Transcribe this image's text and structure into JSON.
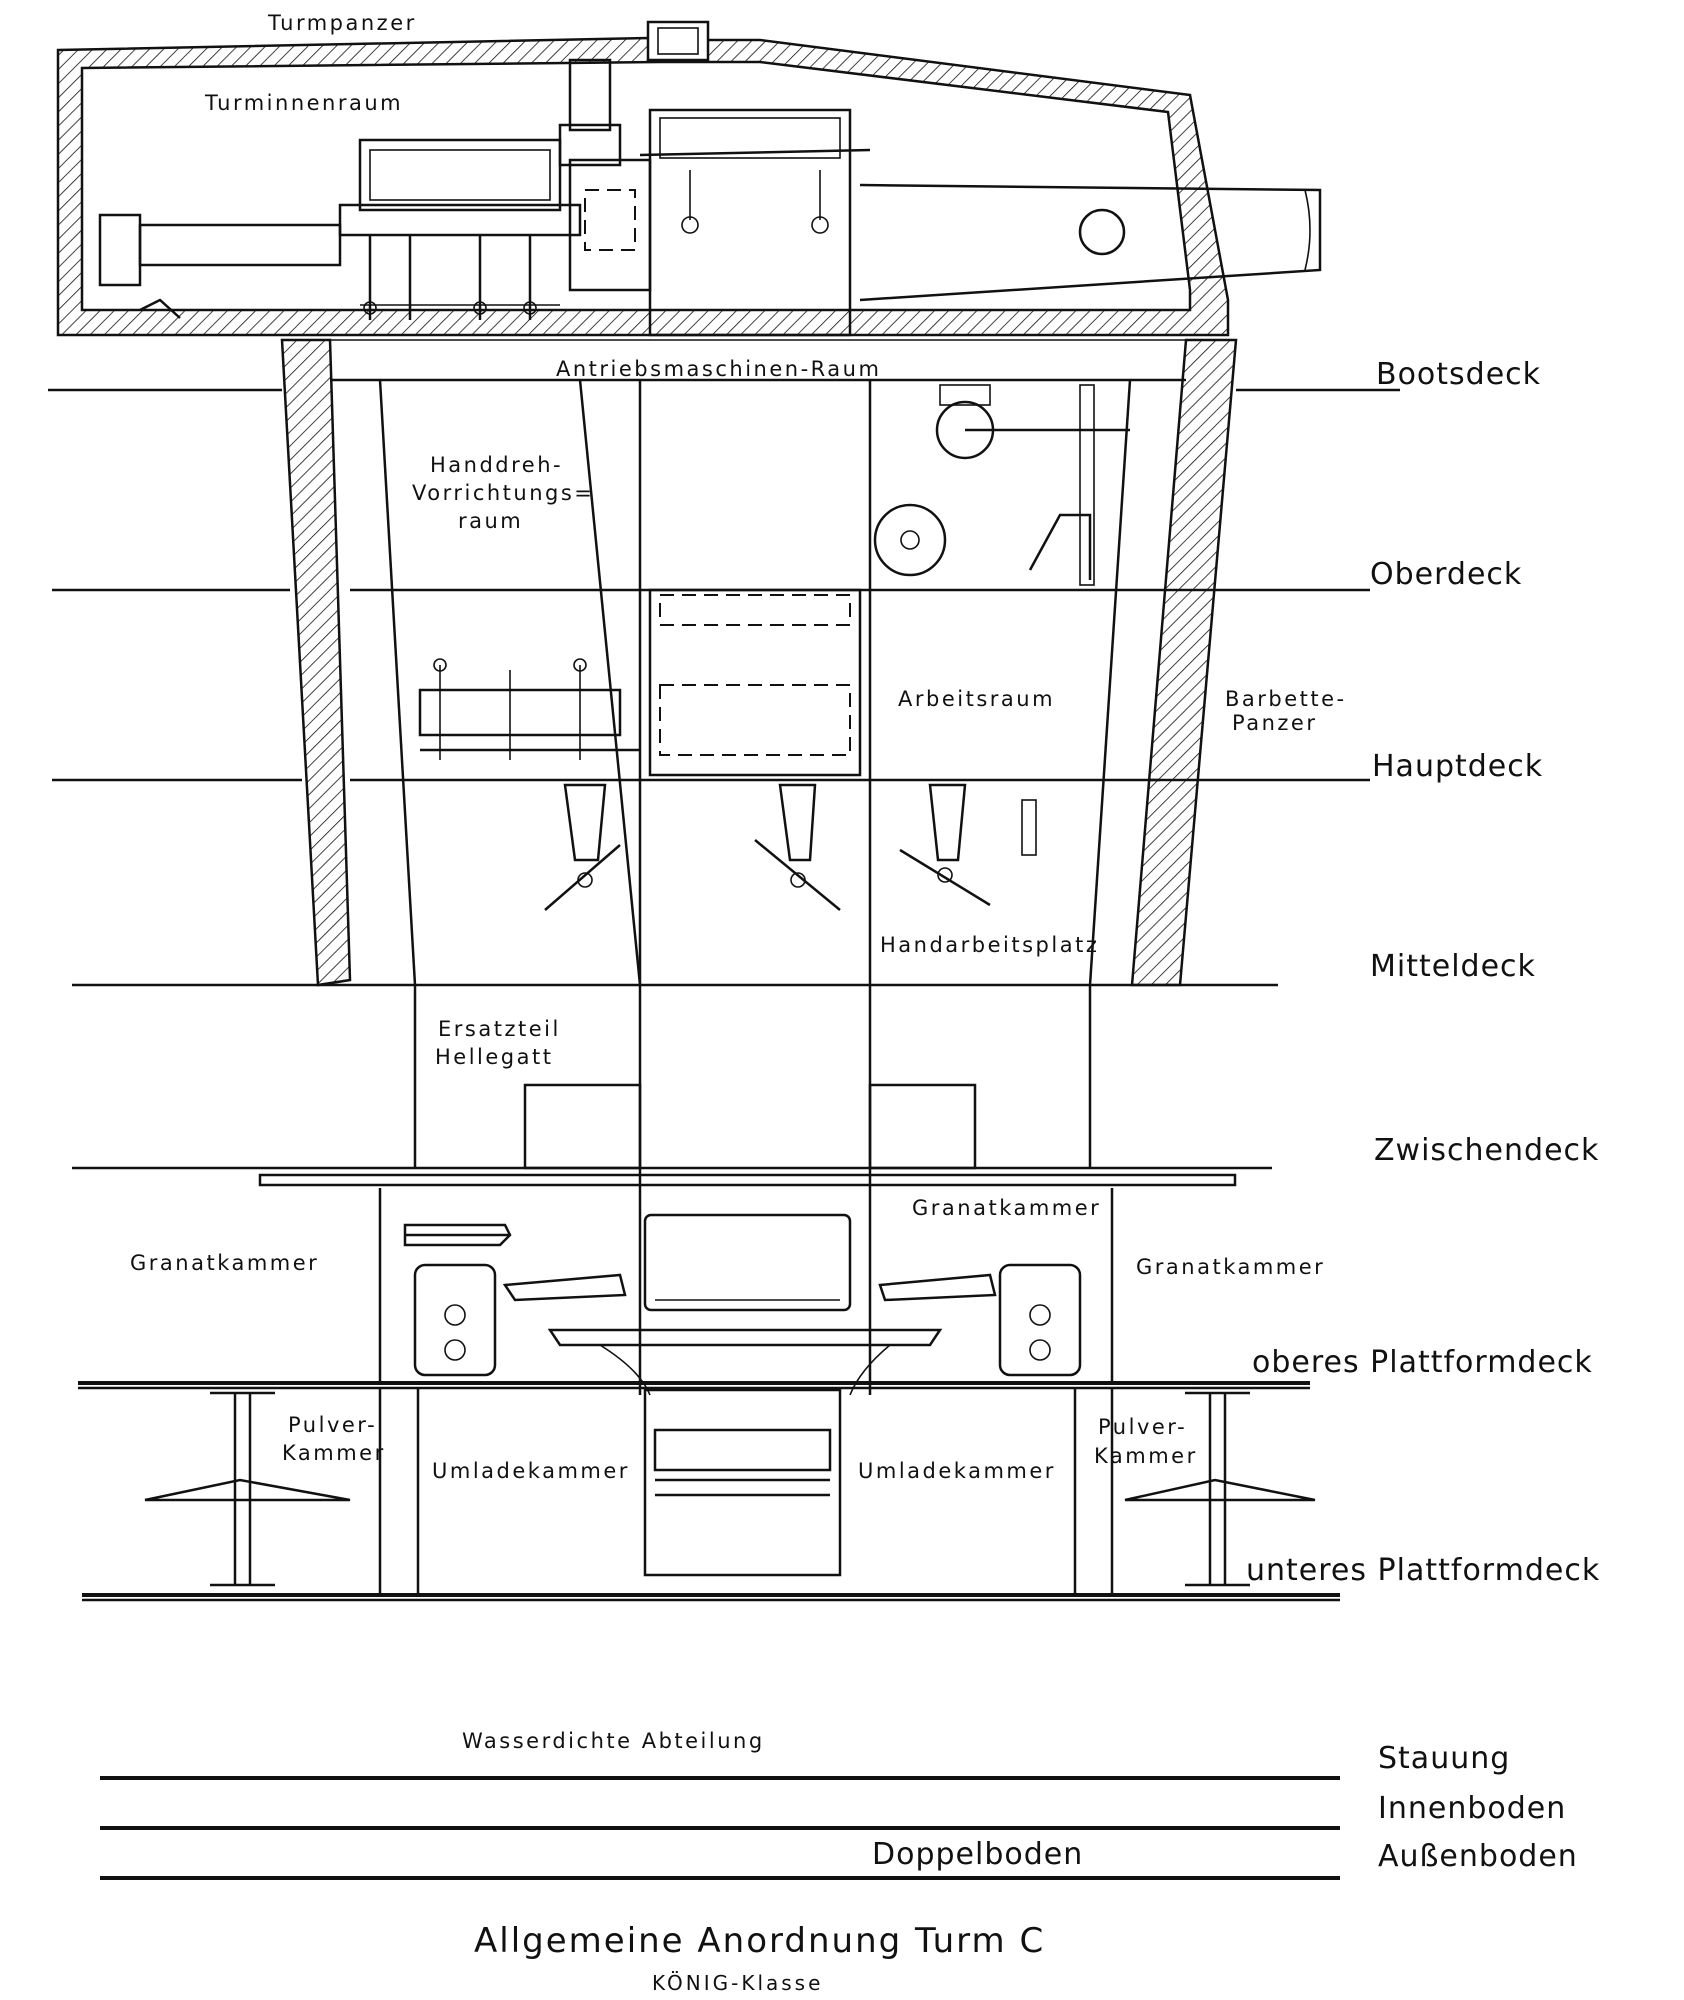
{
  "diagram": {
    "title": "Allgemeine Anordnung Turm C",
    "subtitle": "KÖNIG-Klasse",
    "turret_labels": {
      "turmpanzer": "Turmpanzer",
      "turminnenraum": "Turminnenraum"
    },
    "room_labels": {
      "antriebsmaschinen": "Antriebsmaschinen-Raum",
      "handdreh_1": "Handdreh-",
      "handdreh_2": "Vorrichtungs=",
      "handdreh_3": "raum",
      "arbeitsraum": "Arbeitsraum",
      "barbette_1": "Barbette-",
      "barbette_2": "Panzer",
      "handarbeitsplatz": "Handarbeitsplatz",
      "ersatzteil_1": "Ersatzteil",
      "ersatzteil_2": "Hellegatt",
      "granatkammer_left": "Granatkammer",
      "granatkammer_center": "Granatkammer",
      "granatkammer_right": "Granatkammer",
      "pulver_left_1": "Pulver-",
      "pulver_left_2": "Kammer",
      "pulver_right_1": "Pulver-",
      "pulver_right_2": "Kammer",
      "umlade_left": "Umladekammer",
      "umlade_right": "Umladekammer",
      "wasserdichte": "Wasserdichte Abteilung",
      "doppelboden": "Doppelboden"
    },
    "deck_labels": {
      "bootsdeck": "Bootsdeck",
      "oberdeck": "Oberdeck",
      "hauptdeck": "Hauptdeck",
      "mitteldeck": "Mitteldeck",
      "zwischendeck": "Zwischendeck",
      "oberes_plattformdeck": "oberes Plattformdeck",
      "unteres_plattformdeck": "unteres Plattformdeck",
      "stauung": "Stauung",
      "innenboden": "Innenboden",
      "aussenboden": "Außenboden"
    }
  }
}
